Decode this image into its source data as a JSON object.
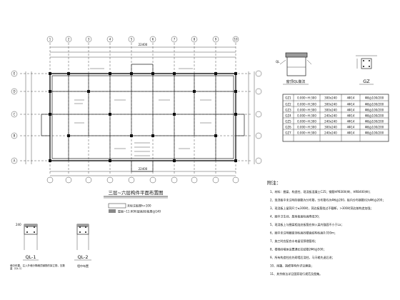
{
  "plan": {
    "title": "三层~六层构件平面布置图",
    "slab_note_boxed": "未标注板厚h=100",
    "slab_note": "屋面~11.600(层高同)板厚@140",
    "top_dim": "22400",
    "axis_labels_top": [
      "1",
      "2",
      "3",
      "4",
      "5",
      "6",
      "7",
      "8",
      "9",
      "10"
    ],
    "axis_labels_left": [
      "A",
      "B",
      "C",
      "D",
      "E"
    ]
  },
  "ql1": {
    "name": "QL-1",
    "note": "墙中布置，注入外墙分隔墙顶钢筋的架立筋，压数量（QL-1）"
  },
  "ql2": {
    "name": "QL-2",
    "note": "墙中布置"
  },
  "detail": {
    "title": "窗顶QL做法",
    "gz_title": "GZ"
  },
  "gz_table": {
    "rows": [
      [
        "GZ1",
        "0.000~H:300",
        "300x240",
        "4Φ14",
        "Φ8@100/200"
      ],
      [
        "GZ2",
        "0.000~H:300",
        "300x240",
        "4Φ14",
        "Φ8@100/200"
      ],
      [
        "GZ3",
        "0.000~H:300",
        "300x240",
        "4Φ14",
        "Φ8@100/200"
      ],
      [
        "GZ4",
        "0.000~H:300",
        "240x240",
        "4Φ14",
        "Φ8@100/200"
      ],
      [
        "GZ5",
        "0.000~H:300",
        "240x240",
        "4Φ14",
        "Φ8@100/200"
      ],
      [
        "GZ6",
        "0.000~H:300",
        "300x240",
        "4Φ14",
        "Φ8@100/200"
      ],
      [
        "GZ7",
        "0.000~H:300",
        "240x240",
        "4Φ14",
        "Φ8@100/200"
      ]
    ]
  },
  "notes": {
    "heading": "附注：",
    "items": [
      "1、材料：圈梁、构造柱、现浇板混凝土C25；钢筋HPB300(Φ)、HRB400(Φ)；",
      "2、现浇板中未注明的钢筋为分布筋，分布筋均为Φ6@200，板内分布钢筋均为Φ6@200；",
      "3、现浇板上留洞尺寸≤300时，洞边板筋绕过不截断，>300时洞边按构造加强；",
      "4、图中卫生间、厨房板面标高降低30；",
      "5、现浇板上与圈梁相连处板筋应伸入梁内锚固不小于La；",
      "6、图中未注明圈梁顶标高同楼面结构标高0.030m；",
      "7、施工时应配合水电留设预埋管线；",
      "8、楼梯间墙体设置通长拉结筋2Φ6@500；",
      "9、所有构造柱应先砌墙后浇柱，马牙槎先退后进；",
      "10、雨篷、挑檐等构件详见建施；",
      "11、其余做法详见国家现行规范及图集。"
    ]
  }
}
